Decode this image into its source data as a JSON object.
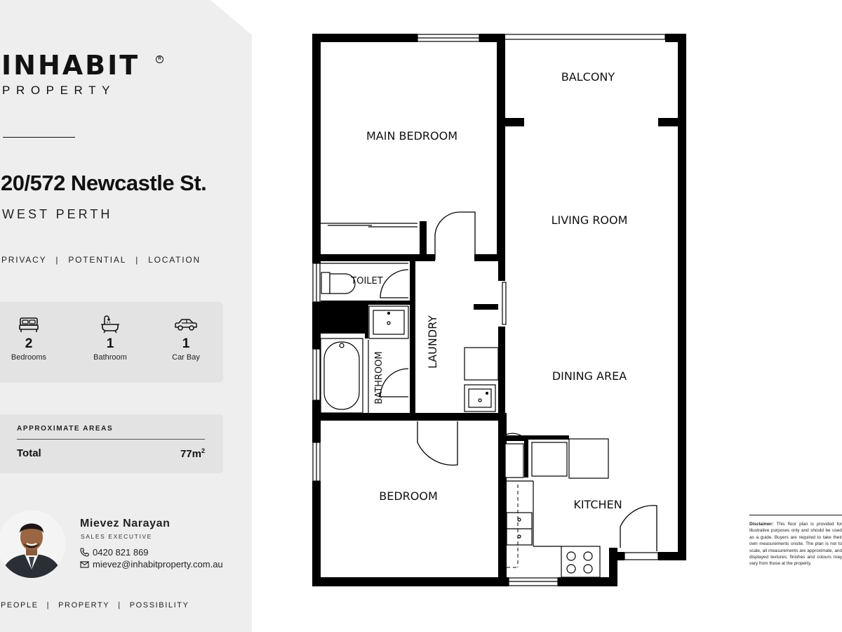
{
  "brand": {
    "name": "INHABIT",
    "registered_mark": "R",
    "subtitle": "PROPERTY"
  },
  "listing": {
    "address": "20/572 Newcastle St.",
    "suburb": "WEST PERTH",
    "taglines": [
      "PRIVACY",
      "POTENTIAL",
      "LOCATION"
    ]
  },
  "features": [
    {
      "icon": "bed-icon",
      "value": "2",
      "label": "Bedrooms"
    },
    {
      "icon": "bath-icon",
      "value": "1",
      "label": "Bathroom"
    },
    {
      "icon": "car-icon",
      "value": "1",
      "label": "Car Bay"
    }
  ],
  "areas": {
    "heading": "APPROXIMATE AREAS",
    "total_label": "Total",
    "total_value": "77m",
    "total_unit_sup": "2"
  },
  "agent": {
    "name": "Mievez Narayan",
    "role": "SALES EXECUTIVE",
    "phone": "0420 821 869",
    "email": "mievez@inhabitproperty.com.au"
  },
  "footer_tags": [
    "PEOPLE",
    "PROPERTY",
    "POSSIBILITY"
  ],
  "floor_plan": {
    "rooms": {
      "balcony": "BALCONY",
      "main_bedroom": "MAIN BEDROOM",
      "living_room": "LIVING ROOM",
      "toilet": "TOILET",
      "laundry": "LAUNDRY",
      "bathroom": "BATHROOM",
      "dining_area": "DINING AREA",
      "bedroom": "BEDROOM",
      "kitchen": "KITCHEN"
    }
  },
  "disclaimer": {
    "title": "Disclaimer:",
    "text": "This floor plan is provided for illustrative purposes only and should be used as a guide. Buyers are required to take their own measurements onsite. The plan is not to scale, all measurements are approximate, and displayed textures, finishes and colours may vary from those at the property."
  },
  "colors": {
    "panel_bg": "#eeeeee",
    "box_bg": "#e3e3e3",
    "wall": "#000000"
  }
}
